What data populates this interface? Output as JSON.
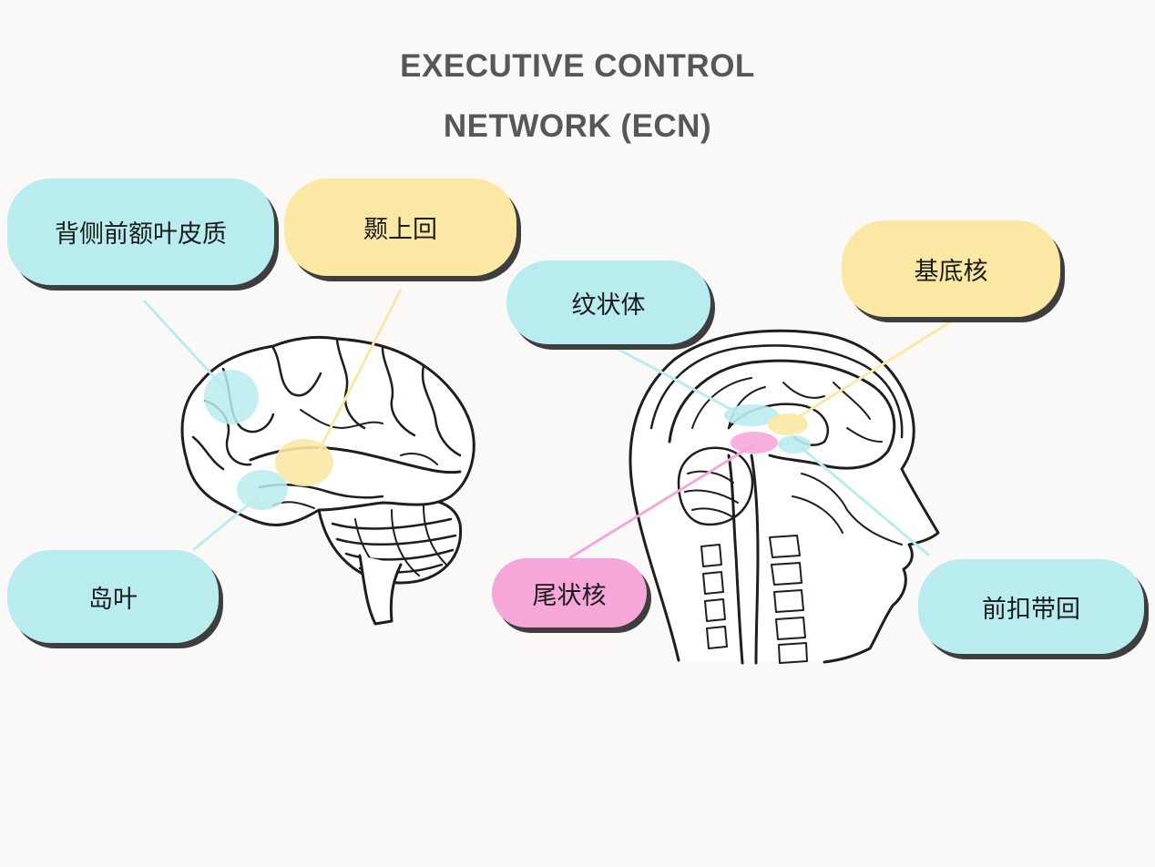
{
  "title": {
    "line1": "EXECUTIVE CONTROL",
    "line2": "NETWORK (ECN)"
  },
  "labels": {
    "dlpfc": "背侧前额叶皮质",
    "stg": "颞上回",
    "insula": "岛叶",
    "striatum": "纹状体",
    "basal_ganglia": "基底核",
    "caudate": "尾状核",
    "acc": "前扣带回"
  },
  "colors": {
    "cyan": "#b9ecef",
    "yellow": "#fbe8a4",
    "pink": "#f6a7da",
    "title": "#575757"
  }
}
